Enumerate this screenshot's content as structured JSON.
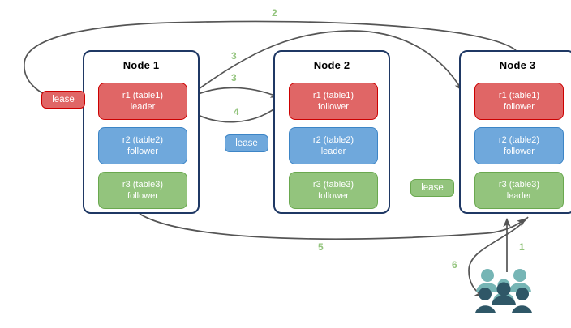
{
  "diagram": {
    "title": "lease-transfer-raft-replica-diagram",
    "colors": {
      "replica_red": "#E06666",
      "replica_red_border": "#CC0000",
      "replica_blue": "#6FA8DC",
      "replica_blue_border": "#3D85C6",
      "replica_green": "#93C47D",
      "replica_green_border": "#6AA84F",
      "node_border": "#1F3864",
      "arrow": "#555555",
      "label": "#93C47D",
      "users_light": "#76B5B5",
      "users_dark": "#2F5767"
    }
  },
  "nodes": [
    {
      "id": "node1",
      "title": "Node 1",
      "replicas": [
        {
          "name": "r1 (table1)",
          "role": "leader",
          "color": "red"
        },
        {
          "name": "r2 (table2)",
          "role": "follower",
          "color": "blue"
        },
        {
          "name": "r3 (table3)",
          "role": "follower",
          "color": "green"
        }
      ]
    },
    {
      "id": "node2",
      "title": "Node 2",
      "replicas": [
        {
          "name": "r1 (table1)",
          "role": "follower",
          "color": "red"
        },
        {
          "name": "r2 (table2)",
          "role": "leader",
          "color": "blue"
        },
        {
          "name": "r3 (table3)",
          "role": "follower",
          "color": "green"
        }
      ]
    },
    {
      "id": "node3",
      "title": "Node 3",
      "replicas": [
        {
          "name": "r1 (table1)",
          "role": "follower",
          "color": "red"
        },
        {
          "name": "r2 (table2)",
          "role": "follower",
          "color": "blue"
        },
        {
          "name": "r3 (table3)",
          "role": "leader",
          "color": "green"
        }
      ]
    }
  ],
  "leases": [
    {
      "id": "lease-red",
      "label": "lease",
      "color": "red"
    },
    {
      "id": "lease-blue",
      "label": "lease",
      "color": "blue"
    },
    {
      "id": "lease-green",
      "label": "lease",
      "color": "green"
    }
  ],
  "edge_labels": [
    {
      "id": "label-1",
      "text": "1"
    },
    {
      "id": "label-2",
      "text": "2"
    },
    {
      "id": "label-3a",
      "text": "3"
    },
    {
      "id": "label-3b",
      "text": "3"
    },
    {
      "id": "label-4",
      "text": "4"
    },
    {
      "id": "label-5",
      "text": "5"
    },
    {
      "id": "label-6",
      "text": "6"
    }
  ],
  "actors": {
    "users_icon": "users-group-icon"
  }
}
